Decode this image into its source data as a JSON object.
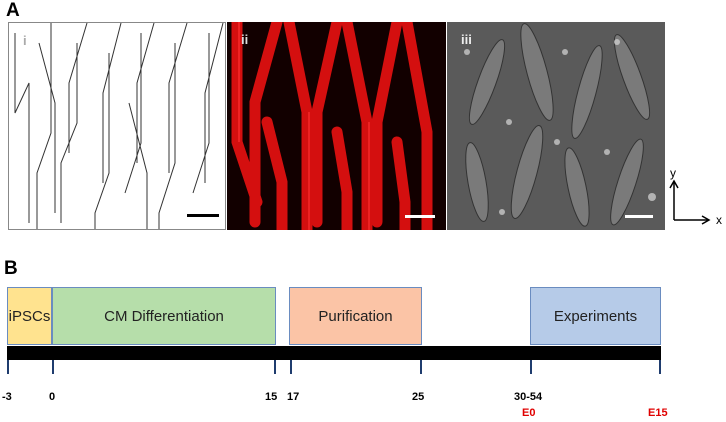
{
  "panel_a": {
    "label": "A",
    "sub_labels": [
      "i",
      "ii",
      "iii"
    ],
    "axes": {
      "y": "y",
      "x": "x"
    }
  },
  "panel_b": {
    "label": "B",
    "phases": [
      {
        "label": "iPSCs",
        "color": "#ffe38f"
      },
      {
        "label": "CM Differentiation",
        "color": "#b6deaa"
      },
      {
        "label": "Purification",
        "color": "#fbc4a6"
      },
      {
        "label": "Experiments",
        "color": "#b6cbe8"
      }
    ],
    "ticks": [
      "-3",
      "0",
      "15",
      "17",
      "25",
      "30-54"
    ],
    "experiment_days": [
      "E0",
      "E15"
    ]
  }
}
